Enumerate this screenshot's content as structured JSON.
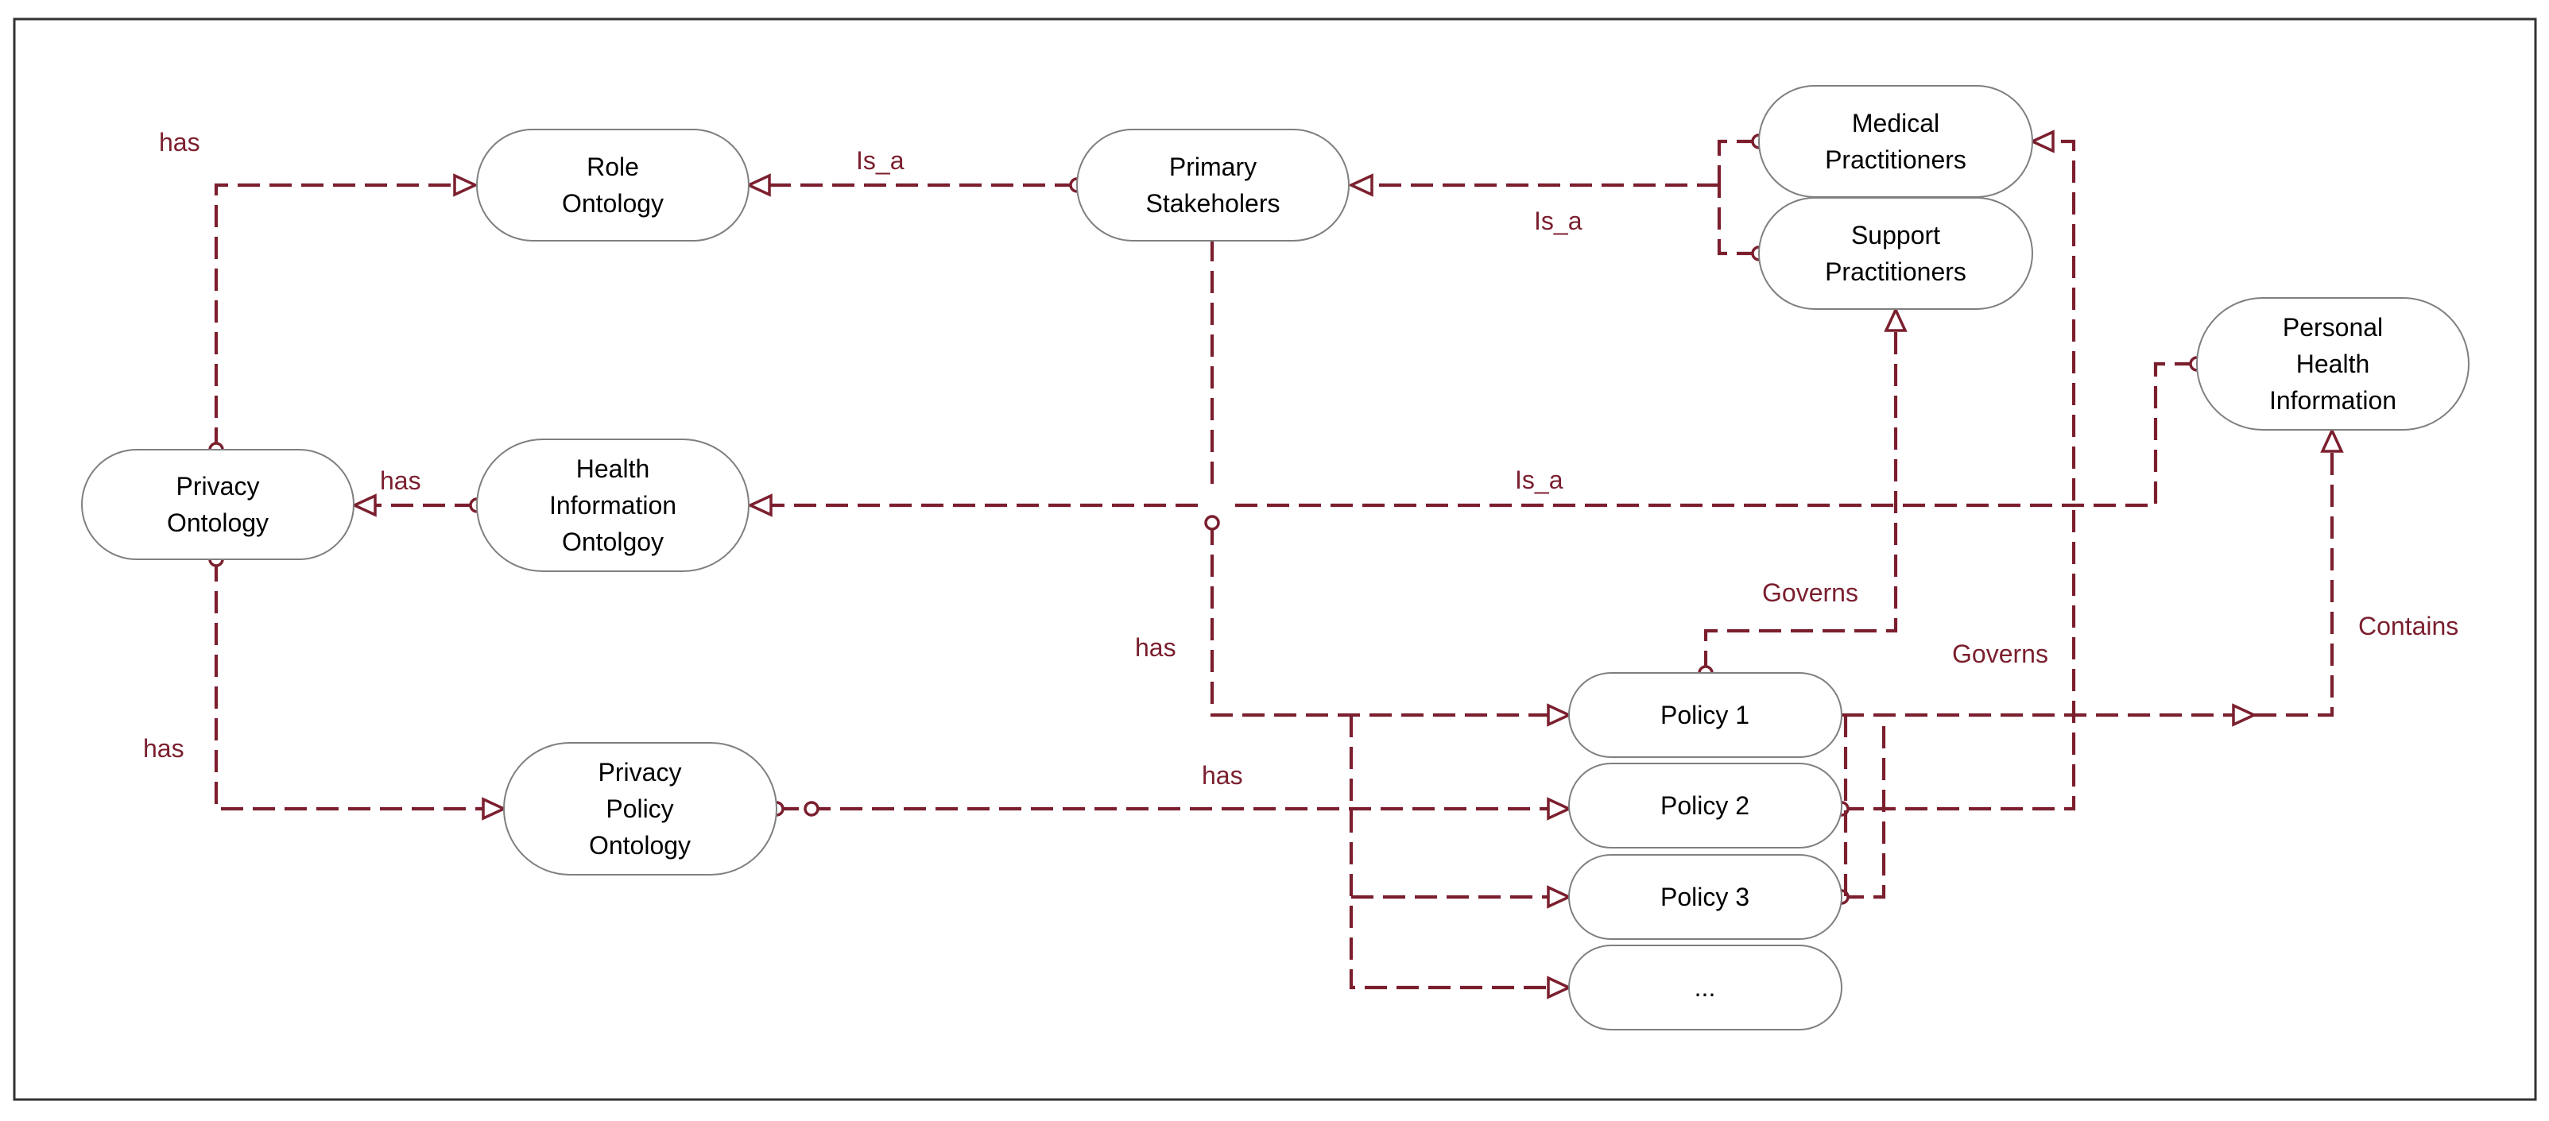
{
  "colors": {
    "connector": "#7b1f2e",
    "node_border": "#7f7f7f",
    "node_text": "#000000",
    "frame": "#333333"
  },
  "nodes": {
    "role_ontology": [
      "Role",
      "Ontology"
    ],
    "primary_stakeholders": [
      "Primary",
      "Stakeholers"
    ],
    "medical_practitioners": [
      "Medical",
      "Practitioners"
    ],
    "support_practitioners": [
      "Support",
      "Practitioners"
    ],
    "personal_health_information": [
      "Personal",
      "Health",
      "Information"
    ],
    "privacy_ontology": [
      "Privacy",
      "Ontology"
    ],
    "health_information_ontology": [
      "Health",
      "Information",
      "Ontolgoy"
    ],
    "privacy_policy_ontology": [
      "Privacy",
      "Policy",
      "Ontology"
    ],
    "policy_1": [
      "Policy 1"
    ],
    "policy_2": [
      "Policy 2"
    ],
    "policy_3": [
      "Policy 3"
    ],
    "policy_more": [
      "..."
    ]
  },
  "edge_labels": {
    "has_role": "has",
    "is_a_role": "Is_a",
    "is_a_practitioners": "Is_a",
    "has_health": "has",
    "is_a_health": "Is_a",
    "has_stakeholder_policy": "has",
    "governs_support": "Governs",
    "governs_medical": "Governs",
    "contains": "Contains",
    "has_policy_ontology": "has",
    "has_policies": "has"
  }
}
